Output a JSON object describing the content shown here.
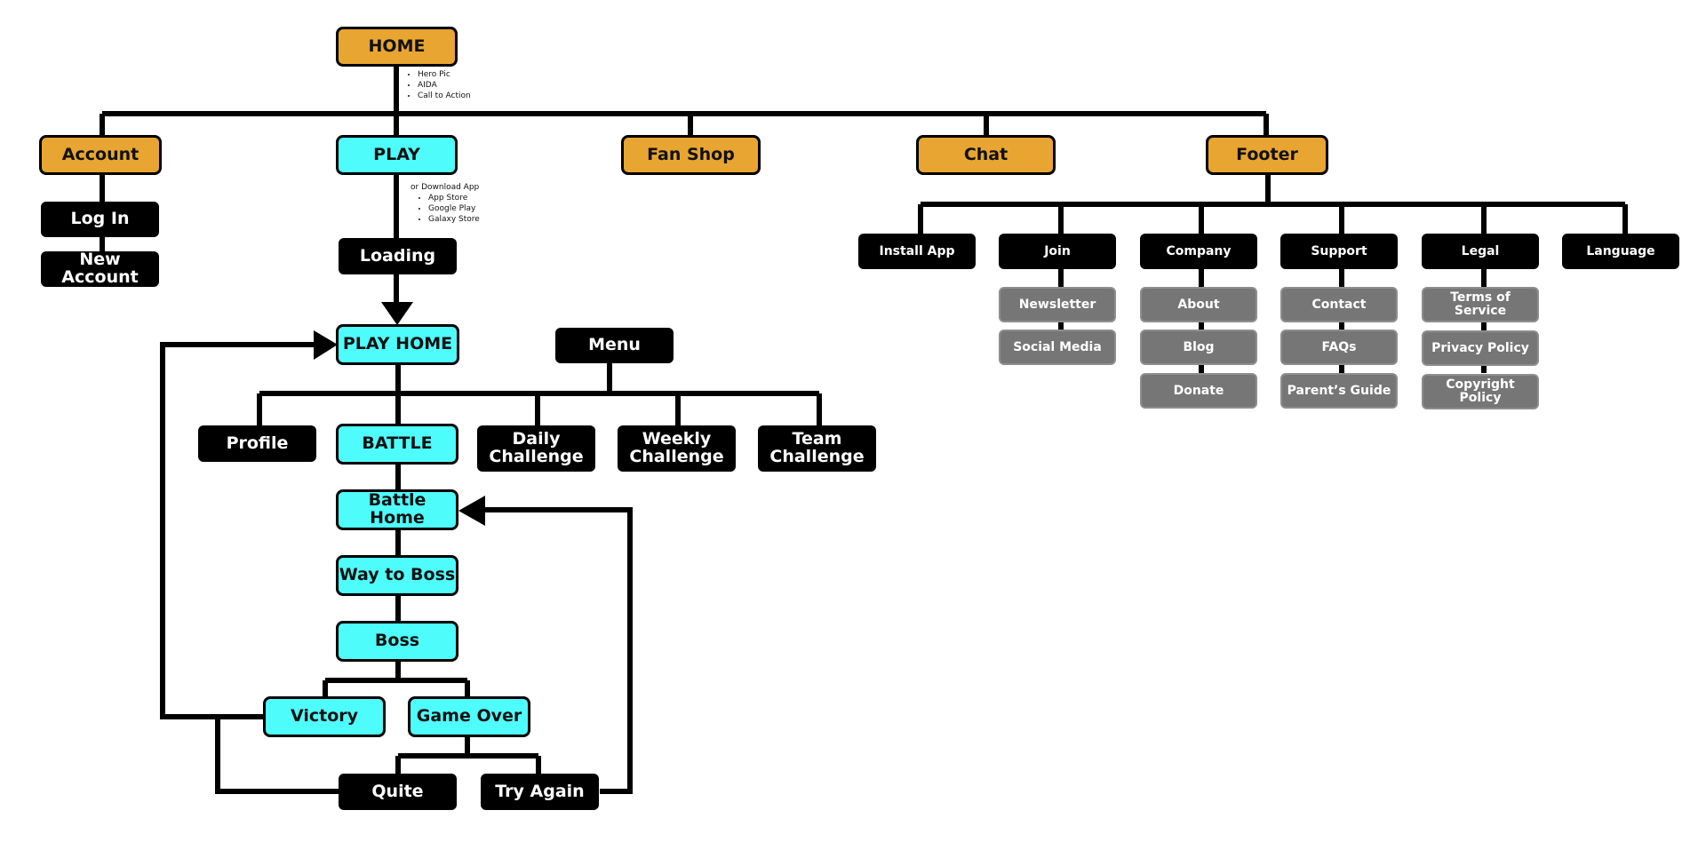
{
  "nodes": {
    "home": "HOME",
    "account": "Account",
    "play": "PLAY",
    "fan_shop": "Fan Shop",
    "chat": "Chat",
    "footer": "Footer",
    "log_in": "Log In",
    "new_account": "New Account",
    "loading": "Loading",
    "play_home": "PLAY HOME",
    "menu": "Menu",
    "profile": "Profile",
    "battle": "BATTLE",
    "daily_challenge_1": "Daily",
    "daily_challenge_2": "Challenge",
    "weekly_challenge_1": "Weekly",
    "weekly_challenge_2": "Challenge",
    "team_challenge_1": "Team",
    "team_challenge_2": "Challenge",
    "battle_home": "Battle Home",
    "way_to_boss": "Way to Boss",
    "boss": "Boss",
    "victory": "Victory",
    "game_over": "Game Over",
    "quite": "Quite",
    "try_again": "Try Again",
    "install_app": "Install App",
    "join": "Join",
    "company": "Company",
    "support": "Support",
    "legal": "Legal",
    "language": "Language",
    "newsletter": "Newsletter",
    "social_media": "Social Media",
    "about": "About",
    "blog": "Blog",
    "donate": "Donate",
    "contact": "Contact",
    "faqs": "FAQs",
    "parents_guide": "Parent’s Guide",
    "terms_of_service": "Terms of Service",
    "privacy_policy": "Privacy Policy",
    "copyright_policy": "Copyright Policy"
  },
  "notes": {
    "home": [
      "Hero Pic",
      "AIDA",
      "Call to Action"
    ],
    "play_lead": "or Download App",
    "play": [
      "App Store",
      "Google Play",
      "Galaxy Store"
    ]
  },
  "colors": {
    "orange": "#e8a531",
    "cyan": "#4ffcfc",
    "black": "#000000",
    "gray": "#767676"
  }
}
